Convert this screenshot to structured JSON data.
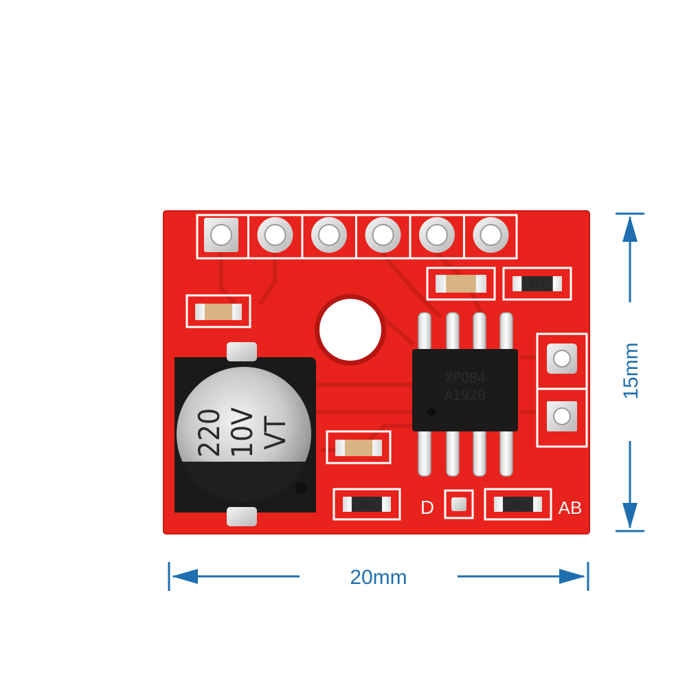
{
  "product": {
    "board_color": "#e8221c",
    "silkscreen_color": "#ffffff",
    "dimension_color": "#1f6fb0"
  },
  "dimensions": {
    "width_label": "20mm",
    "height_label": "15mm"
  },
  "board": {
    "mode_label_d": "D",
    "mode_label_ab": "AB",
    "header_pin_count": 6,
    "side_pin_count": 2
  },
  "capacitor": {
    "line1": "220",
    "line2": "10V",
    "line3": "VT"
  },
  "chip": {
    "marking_line1": "XPOB4",
    "marking_line2": "A1920"
  },
  "resistors": {
    "r1": "103",
    "r2": "103",
    "r3": "000"
  }
}
